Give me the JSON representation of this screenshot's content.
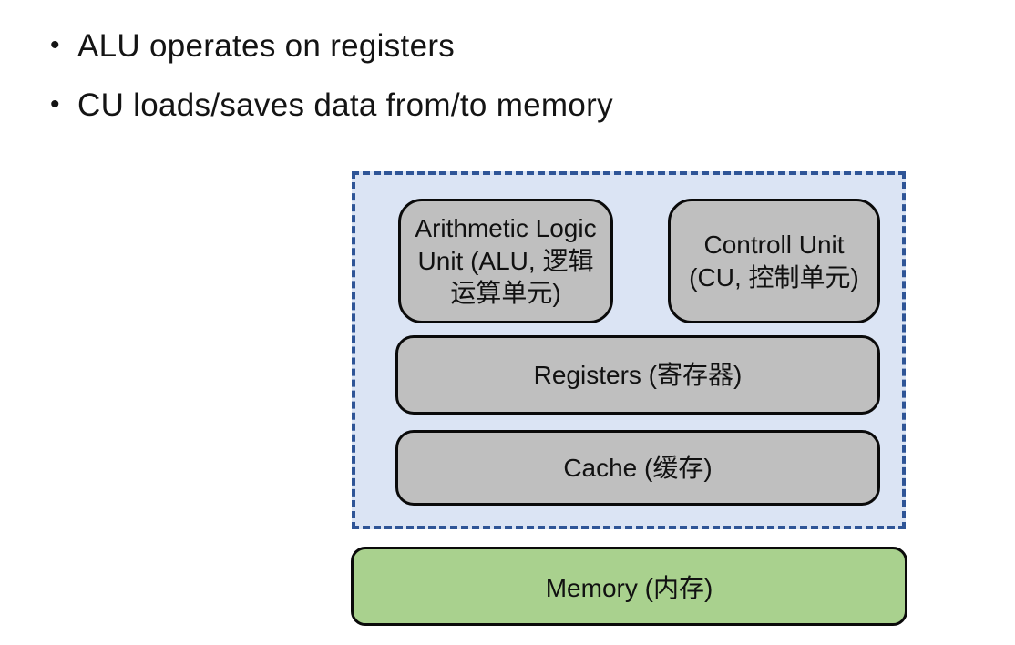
{
  "slide": {
    "bullet_glyph": "•",
    "bullets": [
      {
        "text": "ALU operates on registers"
      },
      {
        "text": "CU loads/saves data from/to memory"
      }
    ]
  },
  "diagram": {
    "cpu": {
      "alu": {
        "lines": [
          "Arithmetic Logic",
          "Unit (ALU, 逻辑",
          "运算单元)"
        ]
      },
      "cu": {
        "lines": [
          "Controll Unit",
          "(CU, 控制单元)"
        ]
      },
      "registers": {
        "label": "Registers (寄存器)"
      },
      "cache": {
        "label": "Cache (缓存)"
      }
    },
    "memory": {
      "label": "Memory (内存)"
    },
    "colors": {
      "cpu_fill": "#dbe4f4",
      "cpu_dashed_border": "#2f5597",
      "unit_fill": "#bfbfbf",
      "unit_border": "#0a0a0a",
      "memory_fill": "#a9d18e",
      "text": "#141414"
    }
  }
}
